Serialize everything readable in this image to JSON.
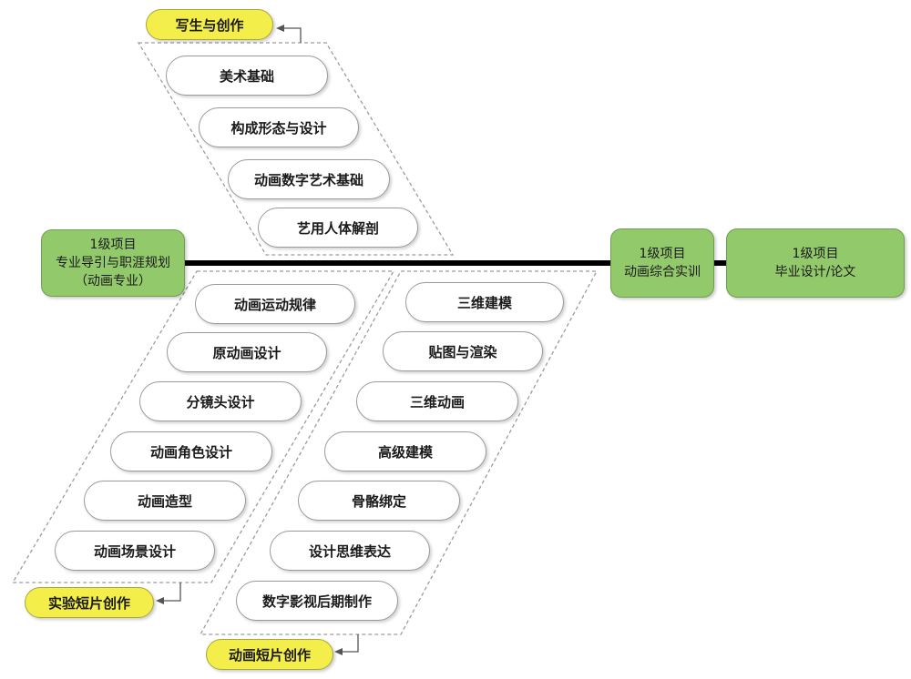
{
  "main_nodes": {
    "start": {
      "line1": "1级项目",
      "line2": "专业导引与职涯规划",
      "line3": "（动画专业）"
    },
    "middle": {
      "line1": "1级项目",
      "line2": "动画综合实训"
    },
    "end": {
      "line1": "1级项目",
      "line2": "毕业设计/论文"
    }
  },
  "upper_branch": {
    "output": "写生与创作",
    "courses": [
      "美术基础",
      "构成形态与设计",
      "动画数字艺术基础",
      "艺用人体解剖"
    ]
  },
  "lower_left_branch": {
    "output": "实验短片创作",
    "courses": [
      "动画运动规律",
      "原动画设计",
      "分镜头设计",
      "动画角色设计",
      "动画造型",
      "动画场景设计"
    ]
  },
  "lower_right_branch": {
    "output": "动画短片创作",
    "courses": [
      "三维建模",
      "贴图与渲染",
      "三维动画",
      "高级建模",
      "骨骼绑定",
      "设计思维表达",
      "数字影视后期制作"
    ]
  },
  "colors": {
    "main_node_fill": "#92c96a",
    "output_fill": "#f4ee4a",
    "course_fill": "#ffffff",
    "spine": "#000000"
  }
}
